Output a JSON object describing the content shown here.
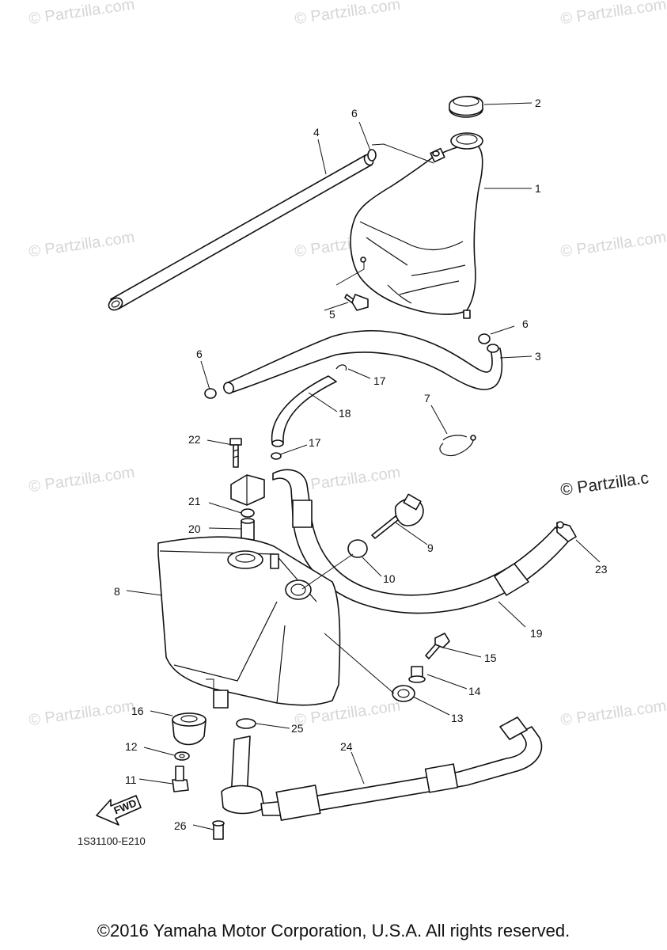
{
  "watermark": "© Partzilla.com",
  "watermark_prominent": "© Partzilla.c",
  "diagram_code": "1S31100-E210",
  "fwd_label": "FWD",
  "copyright": "©2016 Yamaha Motor Corporation, U.S.A. All rights reserved.",
  "callouts": [
    "1",
    "2",
    "3",
    "4",
    "5",
    "6",
    "6",
    "6",
    "7",
    "8",
    "9",
    "10",
    "11",
    "12",
    "13",
    "14",
    "15",
    "16",
    "17",
    "17",
    "18",
    "19",
    "20",
    "21",
    "22",
    "23",
    "24",
    "25",
    "26"
  ]
}
